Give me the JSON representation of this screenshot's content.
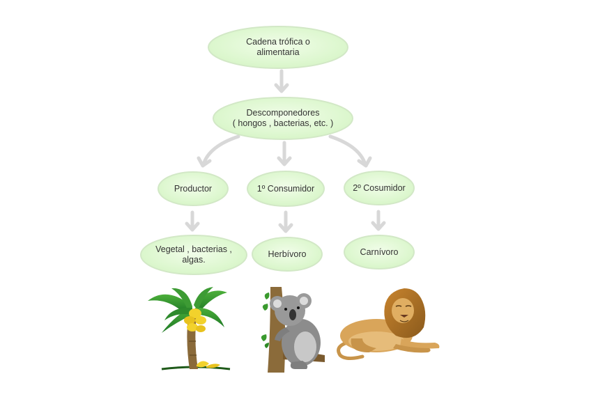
{
  "nodes": {
    "root": {
      "lines": [
        "Cadena trófica o",
        "alimentaria"
      ]
    },
    "decomposers": {
      "lines": [
        "Descomponedores",
        "( hongos , bacterias, etc. )"
      ]
    },
    "producer": {
      "lines": [
        "Productor"
      ]
    },
    "primary_consumer": {
      "lines": [
        "1º Consumidor"
      ]
    },
    "secondary_consumer": {
      "lines": [
        "2º Cosumidor"
      ]
    },
    "vegetal": {
      "lines": [
        "Vegetal , bacterias ,",
        "algas."
      ]
    },
    "herbivore": {
      "lines": [
        "Herbívoro"
      ]
    },
    "carnivore": {
      "lines": [
        "Carnívoro"
      ]
    }
  },
  "illustrations": {
    "producer": "banana-tree-icon",
    "herbivore": "koala-icon",
    "carnivore": "lion-icon"
  },
  "colors": {
    "node_fill_center": "#eefde6",
    "node_fill_edge": "#d4f5c4",
    "node_stroke": "#d2e8c6",
    "arrow": "#d8d8d8",
    "text": "#333333"
  }
}
